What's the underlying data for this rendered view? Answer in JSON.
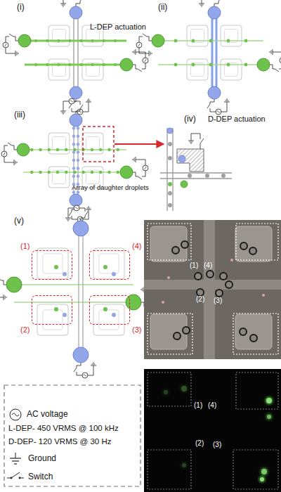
{
  "diagram": {
    "nodes": [
      {
        "text": [
          "(1)"
        ]
      },
      {
        "text": [
          "(4)"
        ]
      },
      {
        "text": [
          "(2)"
        ]
      },
      {
        "text": [
          "(3)"
        ]
      }
    ],
    "labels": [
      "(i)",
      "L-DEP actuation",
      "(ii)",
      "(iii)",
      "(iv)",
      "D-DEP actuation",
      "Array of daughter droplets",
      "(v)",
      "(1)",
      "(4)",
      "(2)",
      "(3)",
      "(1)",
      "(4)",
      "(2)",
      "(3)"
    ],
    "legend": [
      {
        "text": "AC voltage"
      },
      {
        "text": "L-DEP- 450 VRMS @ 100 kHz"
      },
      {
        "text": "D-DEP- 120 VRMS @ 30 Hz"
      },
      {
        "text": "Ground"
      },
      {
        "text": "Switch"
      }
    ]
  }
}
